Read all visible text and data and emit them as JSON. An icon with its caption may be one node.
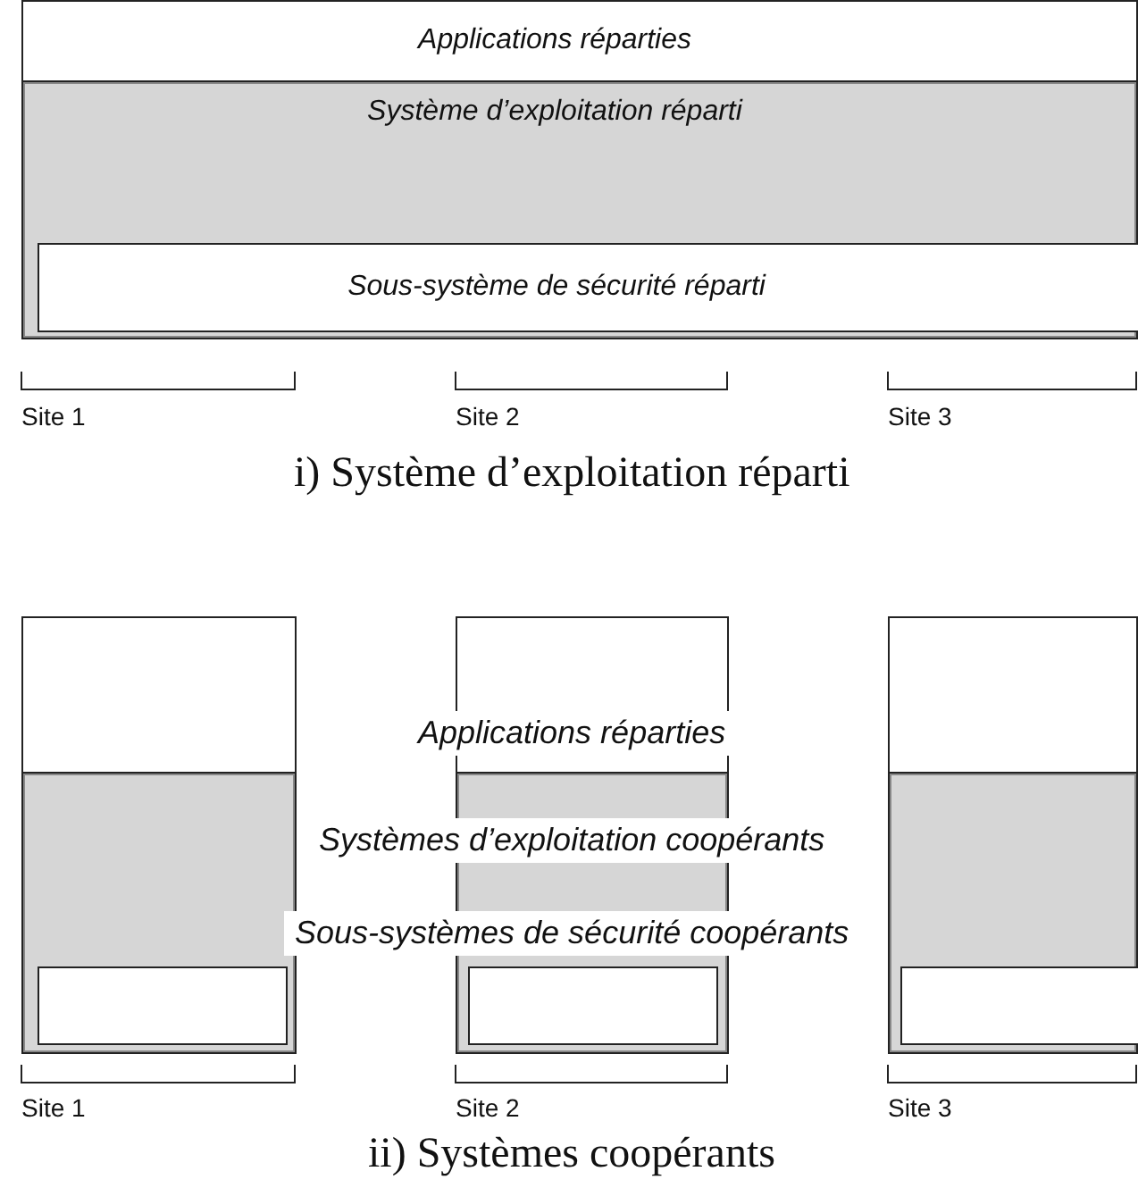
{
  "diagram": {
    "nodes": [
      {
        "text": [
          "Applications réparties"
        ]
      },
      {
        "text": [
          "Système d’exploitation réparti"
        ]
      },
      {
        "text": [
          "Sous-système de sécurité réparti"
        ],
        "in": 1
      },
      {
        "text": [],
        "shape": "box"
      },
      {
        "text": [],
        "shape": "box"
      },
      {
        "text": [],
        "shape": "box",
        "in": 4
      },
      {
        "text": [],
        "shape": "box"
      },
      {
        "text": [],
        "shape": "box"
      },
      {
        "text": [],
        "shape": "box",
        "in": 7
      },
      {
        "text": [],
        "shape": "box"
      },
      {
        "text": [],
        "shape": "box"
      },
      {
        "text": [],
        "shape": "box",
        "in": 10
      }
    ],
    "labels": [
      "Site 1",
      "Site 2",
      "Site 3",
      "i) Système d’exploitation réparti",
      "Applications réparties",
      "Systèmes d’exploitation coopérants",
      "Sous-systèmes de sécurité coopérants",
      "Site 1",
      "Site 2",
      "Site 3",
      "ii) Systèmes coopérants"
    ]
  }
}
